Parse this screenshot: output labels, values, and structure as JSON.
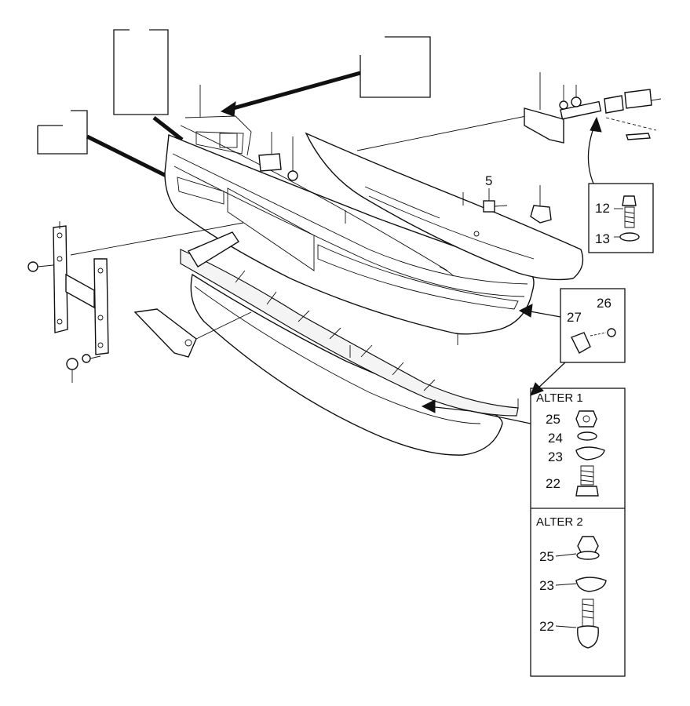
{
  "diagram": {
    "callouts": {
      "part_5": "5",
      "part_12": "12",
      "part_13": "13",
      "part_26": "26",
      "part_27": "27"
    },
    "alter1": {
      "title": "ALTER 1",
      "labels": [
        "25",
        "24",
        "23",
        "22"
      ]
    },
    "alter2": {
      "title": "ALTER 2",
      "labels": [
        "25",
        "23",
        "22"
      ]
    }
  }
}
